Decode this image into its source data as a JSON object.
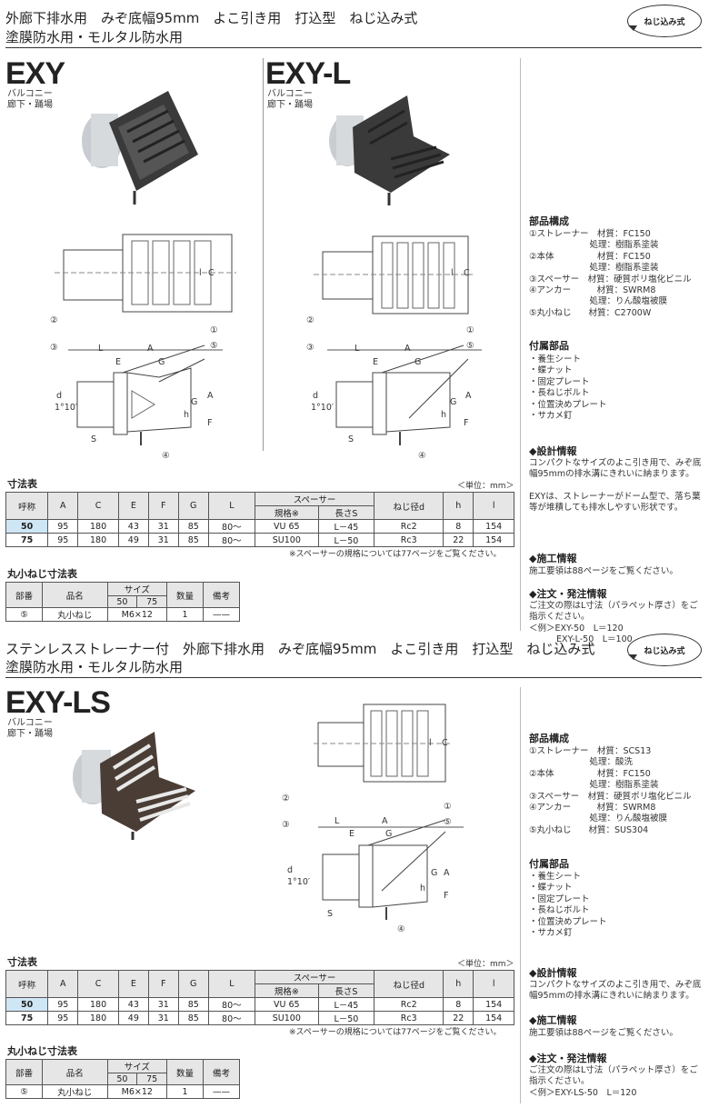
{
  "section1": {
    "header_line1": "外廊下排水用　みぞ底幅95mm　よこ引き用　打込型　ねじ込み式",
    "header_line2": "塗膜防水用・モルタル防水用",
    "badge": "ねじ込み式",
    "product_a": {
      "model": "EXY",
      "use1": "バルコニー",
      "use2": "廊下・踊場"
    },
    "product_b": {
      "model": "EXY-L",
      "use1": "バルコニー",
      "use2": "廊下・踊場"
    },
    "parts_title": "部品構成",
    "parts": [
      "①ストレーナー　材質：FC150",
      "　　　　　　　処理：樹脂系塗装",
      "②本体　　　　　材質：FC150",
      "　　　　　　　処理：樹脂系塗装",
      "③スペーサー　材質：硬質ポリ塩化ビニル",
      "④アンカー　　　材質：SWRM8",
      "　　　　　　　処理：りん酸塩被膜",
      "⑤丸小ねじ　　材質：C2700W"
    ],
    "accessories_title": "付属部品",
    "accessories": [
      "・養生シート",
      "・蝶ナット",
      "・固定プレート",
      "・長ねじボルト",
      "・位置決めプレート",
      "・サカメ釘"
    ],
    "design_title": "◆設計情報",
    "design_text": [
      "コンパクトなサイズのよこ引き用で、みぞ底",
      "幅95mmの排水溝にきれいに納まります。"
    ],
    "design_text2": [
      "EXYは、ストレーナーがドーム型で、落ち葉",
      "等が堆積しても排水しやすい形状です。"
    ],
    "construction_title": "◆施工情報",
    "construction_text": "施工要領は88ページをご覧ください。",
    "order_title": "◆注文・発注情報",
    "order_text": [
      "ご注文の際はL寸法（パラペット厚さ）をご",
      "指示ください。"
    ],
    "order_ex1": "＜例＞EXY-50　L＝120",
    "order_ex2": "EXY-L-50　L＝100",
    "dim_title": "寸法表",
    "unit": "＜単位：mm＞",
    "dim_headers": [
      "呼称",
      "A",
      "C",
      "E",
      "F",
      "G",
      "L",
      "スペーサー",
      "ねじ径d",
      "h",
      "l"
    ],
    "dim_sub": [
      "規格※",
      "長さS"
    ],
    "dim_rows": [
      [
        "50",
        "95",
        "180",
        "43",
        "31",
        "85",
        "80～",
        "VU 65",
        "L－45",
        "Rc2",
        "8",
        "154"
      ],
      [
        "75",
        "95",
        "180",
        "49",
        "31",
        "85",
        "80～",
        "SU100",
        "L－50",
        "Rc3",
        "22",
        "154"
      ]
    ],
    "dim_note": "※スペーサーの規格については77ページをご覧ください。",
    "screw_title": "丸小ねじ寸法表",
    "screw_headers": [
      "部番",
      "品名",
      "サイズ",
      "数量",
      "備考"
    ],
    "screw_sub": [
      "50",
      "75"
    ],
    "screw_row": [
      "⑤",
      "丸小ねじ",
      "M6×12",
      "1",
      "——"
    ]
  },
  "section2": {
    "header_line1": "ステンレスストレーナー付　外廊下排水用　みぞ底幅95mm　よこ引き用　打込型　ねじ込み式",
    "header_line2": "塗膜防水用・モルタル防水用",
    "badge": "ねじ込み式",
    "product": {
      "model": "EXY-LS",
      "use1": "バルコニー",
      "use2": "廊下・踊場"
    },
    "parts_title": "部品構成",
    "parts": [
      "①ストレーナー　材質：SCS13",
      "　　　　　　　処理：酸洗",
      "②本体　　　　　材質：FC150",
      "　　　　　　　処理：樹脂系塗装",
      "③スペーサー　材質：硬質ポリ塩化ビニル",
      "④アンカー　　　材質：SWRM8",
      "　　　　　　　処理：りん酸塩被膜",
      "⑤丸小ねじ　　材質：SUS304"
    ],
    "accessories_title": "付属部品",
    "accessories": [
      "・養生シート",
      "・蝶ナット",
      "・固定プレート",
      "・長ねじボルト",
      "・位置決めプレート",
      "・サカメ釘"
    ],
    "design_title": "◆設計情報",
    "design_text": [
      "コンパクトなサイズのよこ引き用で、みぞ底",
      "幅95mmの排水溝にきれいに納まります。"
    ],
    "construction_title": "◆施工情報",
    "construction_text": "施工要領は88ページをご覧ください。",
    "order_title": "◆注文・発注情報",
    "order_text": [
      "ご注文の際はL寸法（パラペット厚さ）をご",
      "指示ください。"
    ],
    "order_ex1": "＜例＞EXY-LS-50　L＝120",
    "dim_title": "寸法表",
    "unit": "＜単位：mm＞",
    "dim_headers": [
      "呼称",
      "A",
      "C",
      "E",
      "F",
      "G",
      "L",
      "スペーサー",
      "ねじ径d",
      "h",
      "l"
    ],
    "dim_sub": [
      "規格※",
      "長さS"
    ],
    "dim_rows": [
      [
        "50",
        "95",
        "180",
        "43",
        "31",
        "85",
        "80～",
        "VU 65",
        "L－45",
        "Rc2",
        "8",
        "154"
      ],
      [
        "75",
        "95",
        "180",
        "49",
        "31",
        "85",
        "80～",
        "SU100",
        "L－50",
        "Rc3",
        "22",
        "154"
      ]
    ],
    "dim_note": "※スペーサーの規格については77ページをご覧ください。",
    "screw_title": "丸小ねじ寸法表",
    "screw_headers": [
      "部番",
      "品名",
      "サイズ",
      "数量",
      "備考"
    ],
    "screw_sub": [
      "50",
      "75"
    ],
    "screw_row": [
      "⑤",
      "丸小ねじ",
      "M6×12",
      "1",
      "——"
    ]
  },
  "diagram_labels": {
    "n1": "①",
    "n2": "②",
    "n3": "③",
    "n4": "④",
    "n5": "⑤",
    "L": "L",
    "A": "A",
    "E": "E",
    "G": "G",
    "C": "C",
    "l": "l",
    "h": "h",
    "F": "F",
    "S": "S",
    "d": "d",
    "slope": "1°10′"
  }
}
